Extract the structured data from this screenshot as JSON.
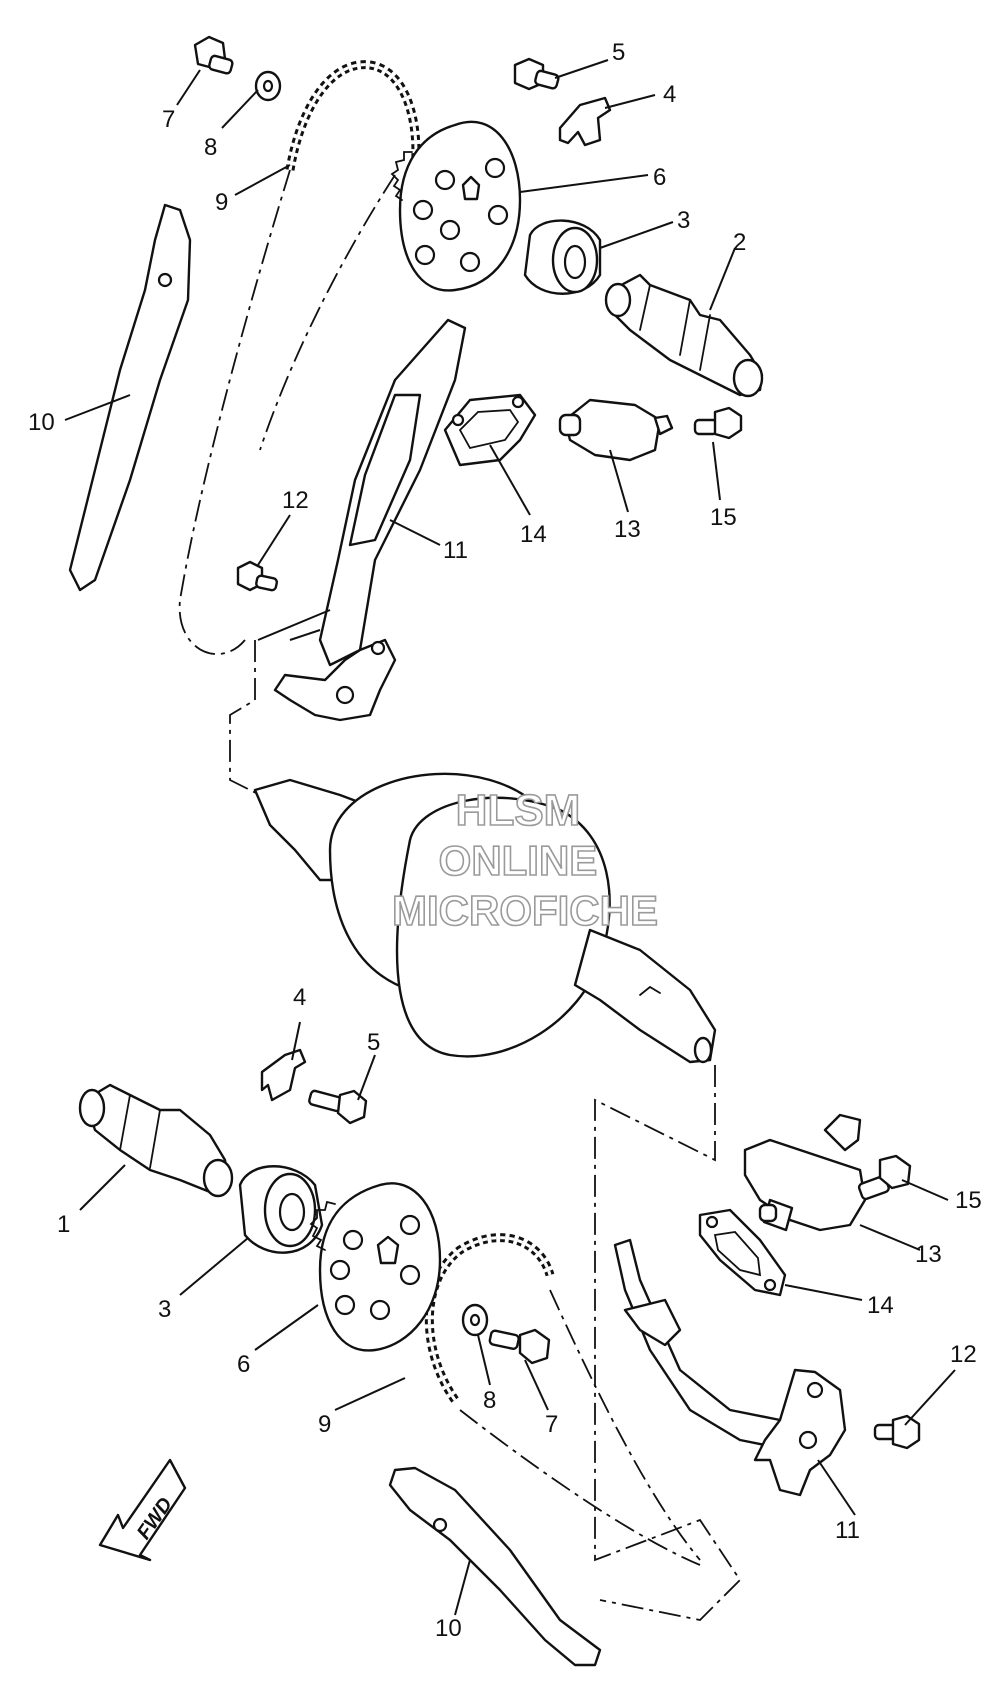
{
  "watermark": {
    "line1": "HLSM",
    "line2": "ONLINE",
    "line3": "MICROFICHE"
  },
  "fwd_label": "FWD",
  "callouts": {
    "c1": "1",
    "c2": "2",
    "c3_top": "3",
    "c3_bot": "3",
    "c4_top": "4",
    "c4_bot": "4",
    "c5_top": "5",
    "c5_bot": "5",
    "c6_top": "6",
    "c6_bot": "6",
    "c7_top": "7",
    "c7_bot": "7",
    "c8_top": "8",
    "c8_bot": "8",
    "c9_top": "9",
    "c9_bot": "9",
    "c10_top": "10",
    "c10_bot": "10",
    "c11_top": "11",
    "c11_bot": "11",
    "c12_top": "12",
    "c12_bot": "12",
    "c13_top": "13",
    "c13_bot": "13",
    "c14_top": "14",
    "c14_bot": "14",
    "c15_top": "15",
    "c15_bot": "15"
  }
}
